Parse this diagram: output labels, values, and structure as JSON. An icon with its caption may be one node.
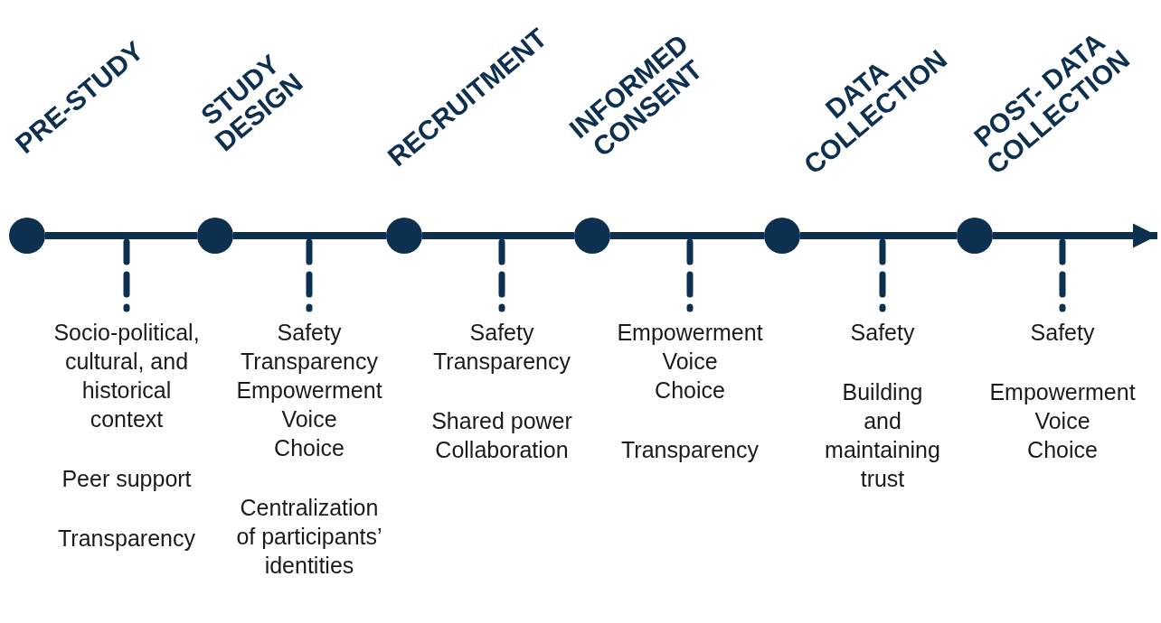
{
  "diagram": {
    "nodes": [
      {
        "text": [
          "PRE-STUDY"
        ]
      },
      {
        "text": [
          "STUDY DESIGN"
        ]
      },
      {
        "text": [
          "RECRUITMENT"
        ]
      },
      {
        "text": [
          "INFORMED CONSENT"
        ]
      },
      {
        "text": [
          "DATA COLLECTION"
        ]
      },
      {
        "text": [
          "POST- DATA COLLECTION"
        ]
      },
      {
        "text": [
          "Socio-political, cultural, and historical context",
          "Peer support",
          "Transparency"
        ]
      },
      {
        "text": [
          "Safety",
          "Transparency",
          "Empowerment",
          "Voice",
          "Choice",
          "Centralization of participants’ identities"
        ]
      },
      {
        "text": [
          "Safety",
          "Transparency",
          "Shared power",
          "Collaboration"
        ]
      },
      {
        "text": [
          "Empowerment",
          "Voice",
          "Choice",
          "Transparency"
        ]
      },
      {
        "text": [
          "Safety",
          "Building and maintaining trust"
        ]
      },
      {
        "text": [
          "Safety",
          "Empowerment",
          "Voice",
          "Choice"
        ]
      }
    ],
    "edges": [
      {
        "from": 0,
        "to": 1,
        "arrow": "none"
      },
      {
        "from": 1,
        "to": 2,
        "arrow": "none"
      },
      {
        "from": 2,
        "to": 3,
        "arrow": "none"
      },
      {
        "from": 3,
        "to": 4,
        "arrow": "none"
      },
      {
        "from": 4,
        "to": 5,
        "arrow": "none"
      },
      {
        "from": 5,
        "to": null,
        "arrow": "to"
      },
      {
        "from": null,
        "to": 6,
        "arrow": "none",
        "style": "dashed"
      },
      {
        "from": null,
        "to": 7,
        "arrow": "none",
        "style": "dashed"
      },
      {
        "from": null,
        "to": 8,
        "arrow": "none",
        "style": "dashed"
      },
      {
        "from": null,
        "to": 9,
        "arrow": "none",
        "style": "dashed"
      },
      {
        "from": null,
        "to": 10,
        "arrow": "none",
        "style": "dashed"
      },
      {
        "from": null,
        "to": 11,
        "arrow": "none",
        "style": "dashed"
      }
    ]
  }
}
